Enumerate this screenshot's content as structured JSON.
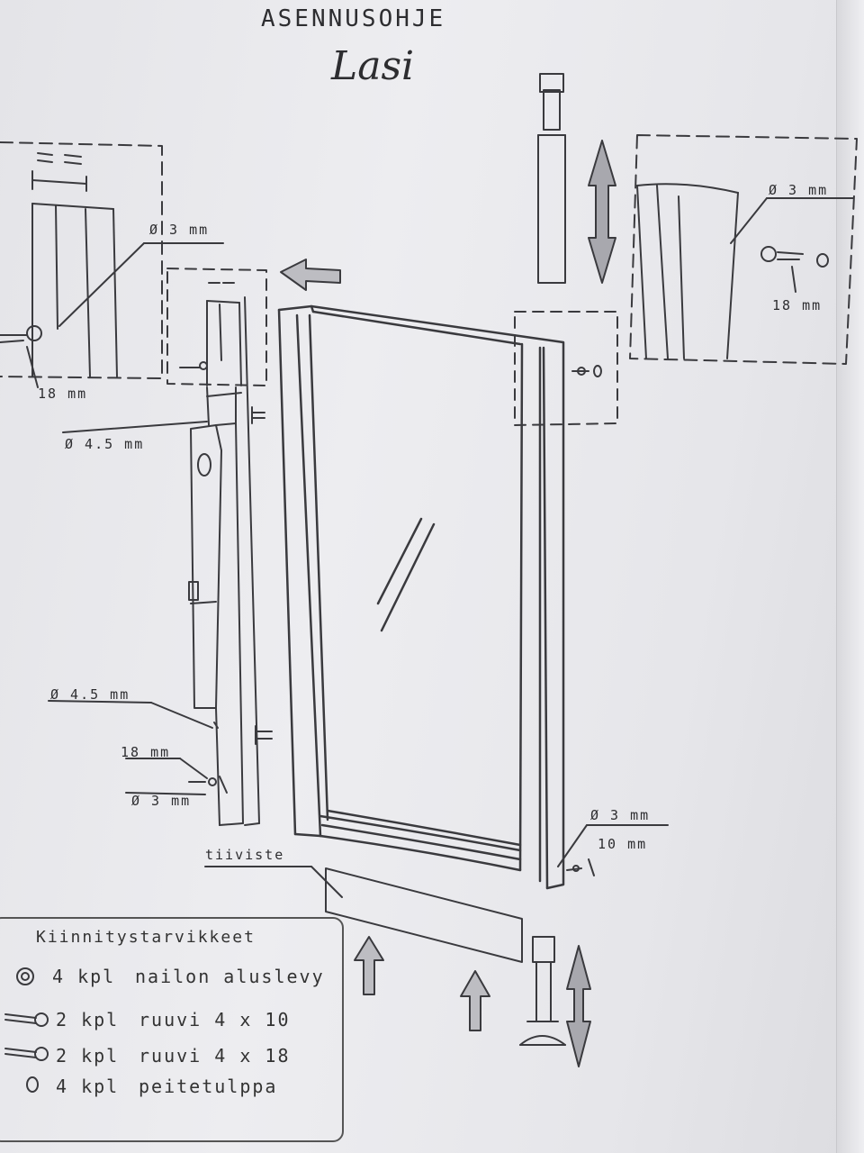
{
  "header": {
    "title": "ASENNUSOHJE",
    "subtitle": "Lasi"
  },
  "labels": {
    "left_top_drill": "Ø 3 mm",
    "left_top_len": "18 mm",
    "left_mid_drill": "Ø 4.5 mm",
    "left_low_drill": "Ø 4.5 mm",
    "left_low_len": "18 mm",
    "left_low_drill2": "Ø 3 mm",
    "right_top_drill": "Ø 3 mm",
    "right_top_len": "18 mm",
    "right_low_drill": "Ø 3 mm",
    "right_low_len": "10 mm",
    "seal": "tiiviste"
  },
  "kit": {
    "title": "Kiinnitystarvikkeet",
    "items": [
      {
        "qty": "4 kpl",
        "name": "nailon aluslevy",
        "icon": "washer-icon"
      },
      {
        "qty": "2 kpl",
        "name": "ruuvi 4 x 10",
        "icon": "screw-short-icon"
      },
      {
        "qty": "2 kpl",
        "name": "ruuvi 4 x 18",
        "icon": "screw-long-icon"
      },
      {
        "qty": "4 kpl",
        "name": "peitetulppa",
        "icon": "cover-plug-icon"
      }
    ]
  }
}
